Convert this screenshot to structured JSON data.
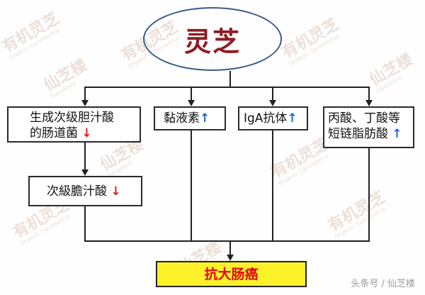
{
  "diagram": {
    "root": {
      "label": "灵芝",
      "color": "#8b1d22",
      "border_color": "#3c5a8a"
    },
    "effects": [
      {
        "id": "bile-bacteria",
        "line1": "生成次级胆汁酸",
        "line2": "的肠道菌",
        "trend": "↓",
        "trend_meaning": "decrease"
      },
      {
        "id": "mucin",
        "line1": "黏液素",
        "trend": "↑",
        "trend_meaning": "increase"
      },
      {
        "id": "iga",
        "line1": "IgA抗体",
        "trend": "↑",
        "trend_meaning": "increase"
      },
      {
        "id": "scfa",
        "line1": "丙酸、丁酸等",
        "line2": "短链脂肪酸",
        "trend": "↑",
        "trend_meaning": "increase"
      }
    ],
    "secondary": {
      "label": "次級膽汁酸",
      "trend": "↓",
      "trend_meaning": "decrease"
    },
    "outcome": {
      "label": "抗大肠癌",
      "bg_color": "#fdf22a",
      "text_color": "#e30613"
    },
    "colors": {
      "increase": "#1a66d6",
      "decrease": "#e01b1b",
      "line": "#222222"
    }
  },
  "watermarks": {
    "brand_cn_1": "有机灵芝",
    "brand_en_1": "Organic Ganoderma",
    "brand_cn_2": "仙芝楼",
    "brand_en_2": "GanoHerb"
  },
  "credit": "头条号 / 仙芝楼"
}
